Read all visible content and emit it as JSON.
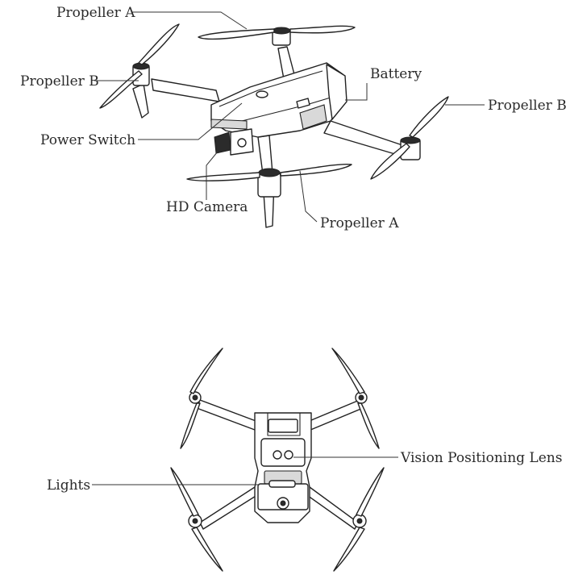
{
  "labels": {
    "propeller_a_top": "Propeller A",
    "propeller_b_left": "Propeller B",
    "battery": "Battery",
    "propeller_b_right": "Propeller B",
    "power_switch": "Power Switch",
    "hd_camera": "HD Camera",
    "propeller_a_bottom": "Propeller A",
    "vision_positioning_lens": "Vision Positioning Lens",
    "lights": "Lights"
  },
  "colors": {
    "line": "#222222",
    "text": "#2a2a2a",
    "fill_dark": "#2b2b2b",
    "fill_light": "#d9d9d9"
  }
}
